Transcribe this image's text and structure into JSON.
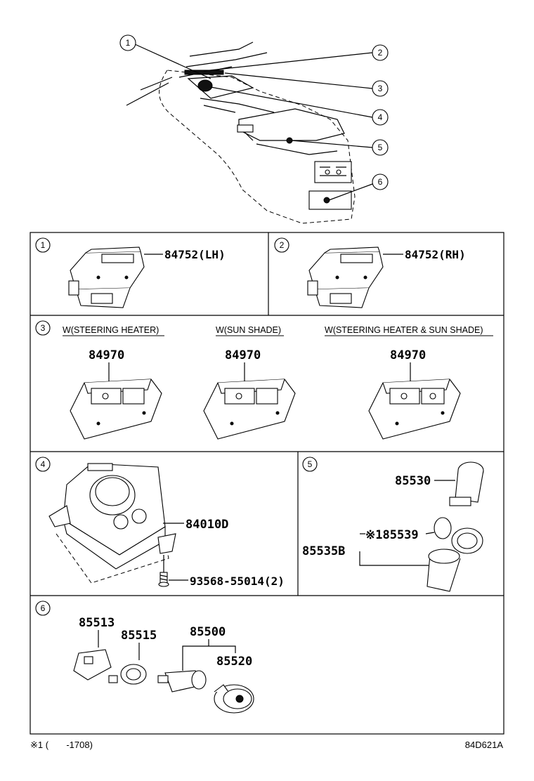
{
  "overview": {
    "callouts": [
      "1",
      "2",
      "3",
      "4",
      "5",
      "6"
    ]
  },
  "panels": {
    "p1": {
      "index": "1",
      "part_label": "84752(LH)"
    },
    "p2": {
      "index": "2",
      "part_label": "84752(RH)"
    },
    "p3": {
      "index": "3",
      "variants": [
        {
          "caption": "W(STEERING HEATER)",
          "part": "84970"
        },
        {
          "caption": "W(SUN SHADE)",
          "part": "84970"
        },
        {
          "caption": "W(STEERING HEATER & SUN SHADE)",
          "part": "84970"
        }
      ]
    },
    "p4": {
      "index": "4",
      "part_main": "84010D",
      "part_screw": "93568-55014(2)"
    },
    "p5": {
      "index": "5",
      "part_cap": "85530",
      "part_lid": "※185539",
      "part_socket": "85535B"
    },
    "p6": {
      "index": "6",
      "parts": {
        "a": "85513",
        "b": "85515",
        "c": "85500",
        "d": "85520"
      }
    }
  },
  "footer": {
    "note": "※1 (       -1708)",
    "diagram_code": "84D621A"
  },
  "colors": {
    "line": "#000000",
    "background": "#ffffff"
  }
}
